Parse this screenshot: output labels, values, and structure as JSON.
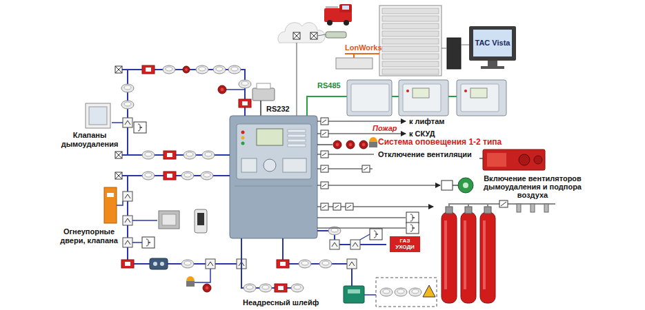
{
  "diagram": {
    "nodes": [
      {
        "text": [
          "TAC Vista"
        ]
      },
      {
        "text": [
          "ГАЗ УХОДИ"
        ]
      }
    ],
    "labels": [
      "LonWorks",
      "RS485",
      "RS232",
      "к лифтам",
      "к СКУД",
      "Пожар",
      "Система оповещения 1-2 типа",
      "Отключение вентиляции",
      "Включение вентиляторов дымоудаления и подпора воздуха",
      "Клапаны дымоудаления",
      "Огнеупорные двери, клапана",
      "Неадресный шлейф"
    ]
  }
}
